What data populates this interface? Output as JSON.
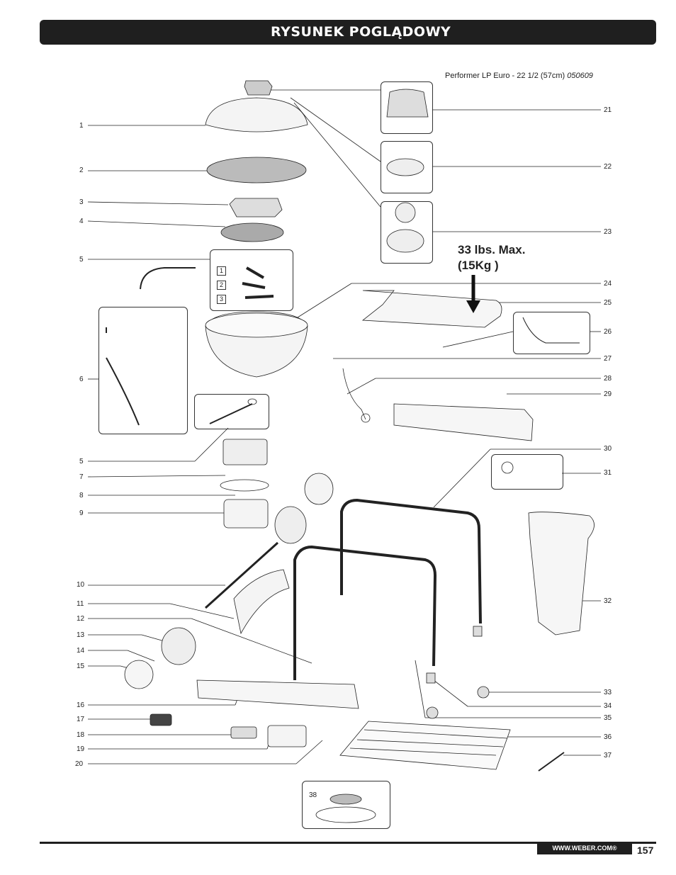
{
  "header": {
    "title": "RYSUNEK POGLĄDOWY"
  },
  "model": {
    "name": "Performer LP Euro -  22 1/2 (57cm)",
    "code": "050609"
  },
  "callout": {
    "line1": "33 lbs. Max.",
    "line2": "(15Kg )"
  },
  "left_labels": [
    "1",
    "2",
    "3",
    "4",
    "5",
    "6",
    "5",
    "7",
    "8",
    "9",
    "10",
    "11",
    "12",
    "13",
    "14",
    "15",
    "16",
    "17",
    "18",
    "19",
    "20"
  ],
  "right_labels": [
    "21",
    "22",
    "23",
    "24",
    "25",
    "26",
    "27",
    "28",
    "29",
    "30",
    "31",
    "32",
    "33",
    "34",
    "35",
    "36",
    "37"
  ],
  "sub_labels": [
    "1",
    "2",
    "3"
  ],
  "box_38_label": "38",
  "footer": {
    "url": "WWW.WEBER.COM®",
    "page": "157"
  }
}
